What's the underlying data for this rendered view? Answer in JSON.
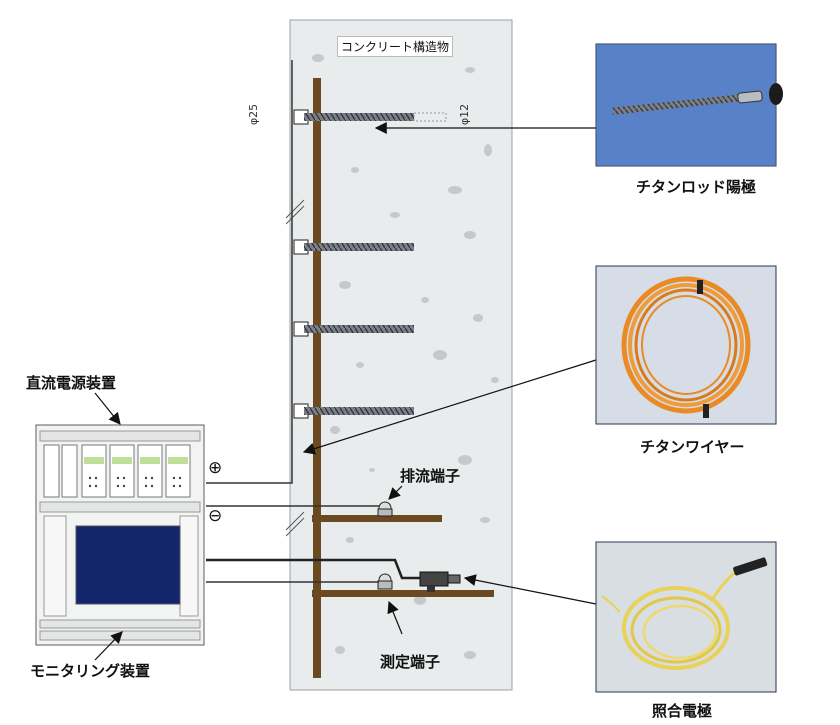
{
  "structure_label": "コンクリート構造物",
  "dimensions": {
    "bolt": "φ25",
    "rod": "φ12"
  },
  "polarity": {
    "plus": "⊕",
    "minus": "⊖"
  },
  "labels": {
    "titanium_rod_anode": "チタンロッド陽極",
    "titanium_wire": "チタンワイヤー",
    "reference_electrode": "照合電極",
    "dc_power_supply": "直流電源装置",
    "monitoring_device": "モニタリング装置",
    "drain_terminal": "排流端子",
    "measurement_terminal": "測定端子"
  },
  "colors": {
    "rebar": "#6b4a22",
    "concrete": "#e9ecec",
    "photo_bg": "#4f78c0",
    "wire_coil": "#e98a24",
    "electrode_cable": "#e8d25a",
    "monitor_screen": "#13266b"
  }
}
